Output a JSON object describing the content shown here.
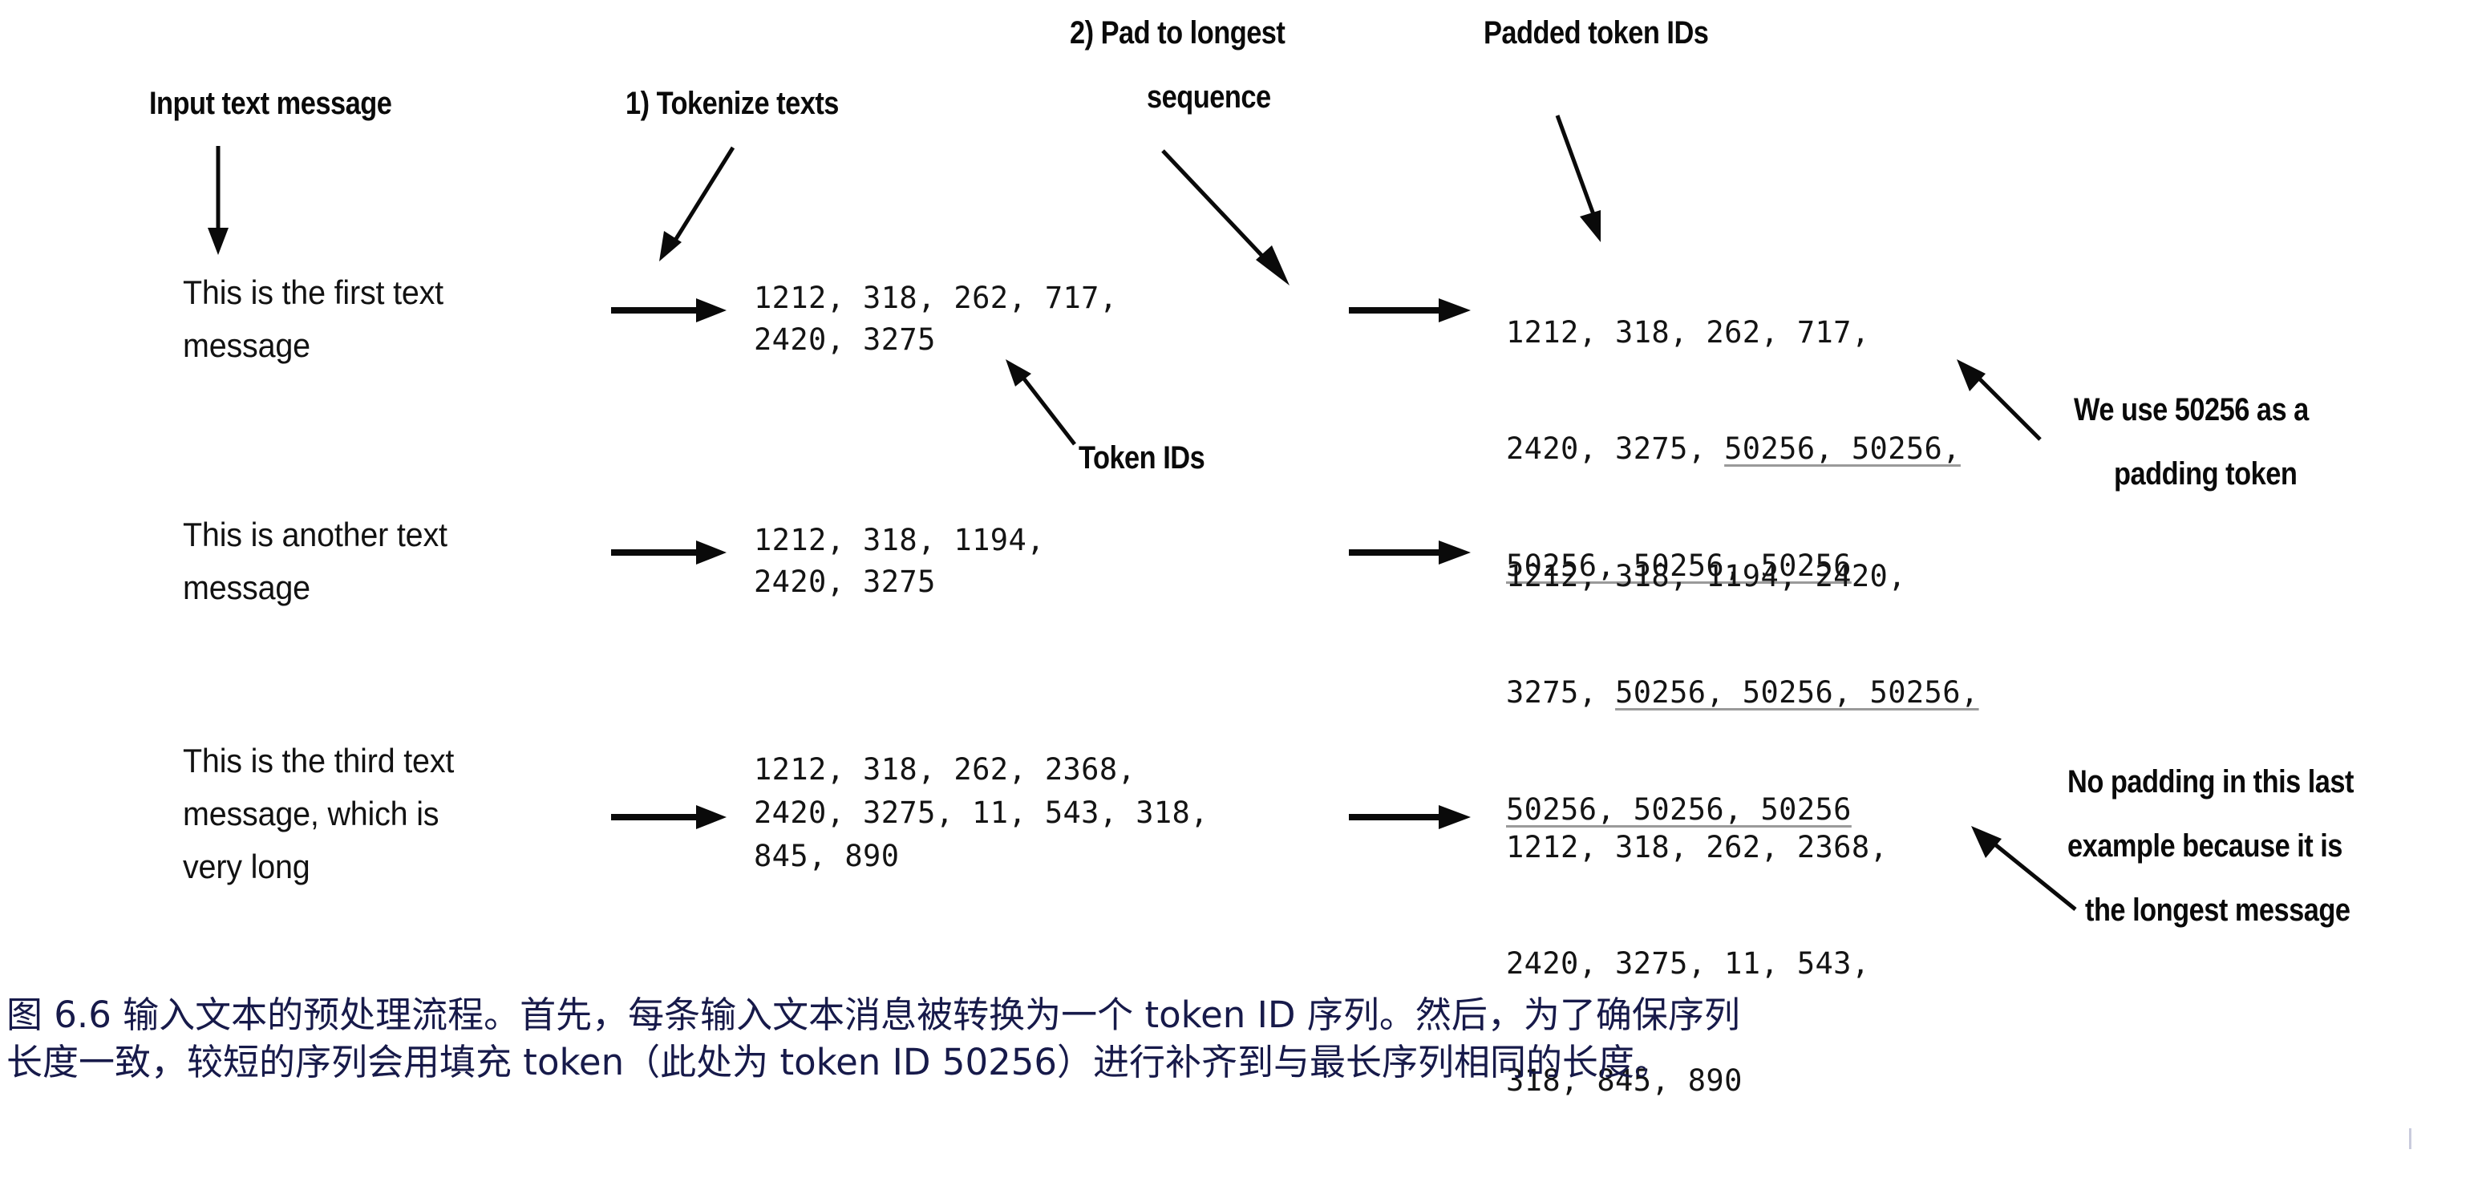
{
  "diagram": {
    "headings": {
      "input_text_message": "Input text message",
      "tokenize_texts": "1) Tokenize texts",
      "pad_to_longest_line1": "2) Pad to longest",
      "pad_to_longest_line2": "sequence",
      "padded_token_ids": "Padded token IDs",
      "token_ids": "Token IDs"
    },
    "annotations": {
      "padding_note_line1": "We use 50256 as a",
      "padding_note_line2": "padding token",
      "no_padding_line1": "No padding in this last",
      "no_padding_line2": "example because it is",
      "no_padding_line3": "the longest message"
    },
    "rows": [
      {
        "message_lines": [
          "This is the first text",
          "message"
        ],
        "token_lines": [
          "1212, 318, 262, 717,",
          "2420, 3275"
        ],
        "padded_lines": [
          [
            {
              "t": "1212, 318, 262, 717,",
              "pad": false
            }
          ],
          [
            {
              "t": "2420, 3275, ",
              "pad": false
            },
            {
              "t": "50256, 50256,",
              "pad": true
            }
          ],
          [
            {
              "t": "50256, 50256, 50256",
              "pad": true
            }
          ]
        ]
      },
      {
        "message_lines": [
          "This is another text",
          "message"
        ],
        "token_lines": [
          "1212, 318, 1194,",
          "2420, 3275"
        ],
        "padded_lines": [
          [
            {
              "t": "1212, 318, 1194, 2420,",
              "pad": false
            }
          ],
          [
            {
              "t": "3275, ",
              "pad": false
            },
            {
              "t": "50256, 50256, 50256,",
              "pad": true
            }
          ],
          [
            {
              "t": "50256, 50256, 50256",
              "pad": true
            }
          ]
        ]
      },
      {
        "message_lines": [
          "This is the third text",
          "message, which is",
          "very long"
        ],
        "token_lines": [
          "1212, 318, 262, 2368,",
          "2420, 3275, 11, 543, 318,",
          "845, 890"
        ],
        "padded_lines": [
          [
            {
              "t": "1212, 318, 262, 2368,",
              "pad": false
            }
          ],
          [
            {
              "t": "2420, 3275, 11, 543,",
              "pad": false
            }
          ],
          [
            {
              "t": "318, 845, 890",
              "pad": false
            }
          ]
        ]
      }
    ]
  },
  "caption": {
    "line1": "图 6.6 输入文本的预处理流程。首先，每条输入文本消息被转换为一个 token ID 序列。然后，为了确保序列",
    "line2": "长度一致，较短的序列会用填充 token（此处为 token ID 50256）进行补齐到与最长序列相同的长度。"
  },
  "colors": {
    "ink": "#0a0a0a",
    "token_ink": "#141414",
    "pad_underline": "#9a9a9a",
    "caption": "#171a4a",
    "background": "#ffffff"
  }
}
